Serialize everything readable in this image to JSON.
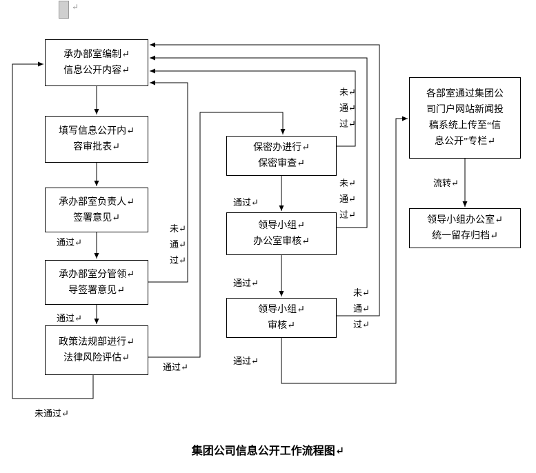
{
  "page": {
    "title": "集团公司信息公开工作流程图↵",
    "anchor_mark": "↵",
    "line_color": "#000000",
    "background": "#ffffff"
  },
  "boxes": [
    {
      "id": "prepare-content",
      "lines": [
        "承办部室编制↵",
        "信息公开内容↵"
      ]
    },
    {
      "id": "fill-approval-form",
      "lines": [
        "填写信息公开内↵",
        "容审批表↵"
      ]
    },
    {
      "id": "dept-head-sign",
      "lines": [
        "承办部室负责人↵",
        "签署意见↵"
      ]
    },
    {
      "id": "dept-leader-sign",
      "lines": [
        "承办部室分管领↵",
        "导签署意见↵"
      ]
    },
    {
      "id": "legal-risk-assessment",
      "lines": [
        "政策法规部进行↵",
        "法律风险评估↵"
      ]
    },
    {
      "id": "secrecy-review",
      "lines": [
        "保密办进行↵",
        "保密审查↵"
      ]
    },
    {
      "id": "leading-group-office-review",
      "lines": [
        "领导小组↵",
        "办公室审核↵"
      ]
    },
    {
      "id": "leading-group-review",
      "lines": [
        "领导小组↵",
        "审核↵"
      ]
    },
    {
      "id": "upload-portal",
      "lines": [
        "各部室通过集团公",
        "司门户网站新闻投",
        "稿系统上传至“信",
        "息公开”专栏↵"
      ]
    },
    {
      "id": "archive",
      "lines": [
        "领导小组办公室↵",
        "统一留存归档↵"
      ]
    }
  ],
  "labels": [
    {
      "id": "pass-head-to-leader",
      "text": "通过↵"
    },
    {
      "id": "pass-leader-to-legal",
      "text": "通过↵"
    },
    {
      "id": "pass-legal-to-secrecy",
      "text": "通过↵"
    },
    {
      "id": "pass-secrecy-to-office",
      "text": "通过↵"
    },
    {
      "id": "pass-office-to-group",
      "text": "通过↵"
    },
    {
      "id": "pass-group-out",
      "text": "通过↵"
    },
    {
      "id": "fail-mid-loop",
      "text": [
        "未↵",
        "通↵",
        "过↵"
      ]
    },
    {
      "id": "fail-secrecy",
      "text": [
        "未↵",
        "通↵",
        "过↵"
      ]
    },
    {
      "id": "fail-office",
      "text": [
        "未↵",
        "通↵",
        "过↵"
      ]
    },
    {
      "id": "fail-group",
      "text": [
        "未↵",
        "通↵",
        "过↵"
      ]
    },
    {
      "id": "fail-bottom-loop",
      "text": "未通过↵"
    },
    {
      "id": "transfer",
      "text": "流转↵"
    }
  ]
}
